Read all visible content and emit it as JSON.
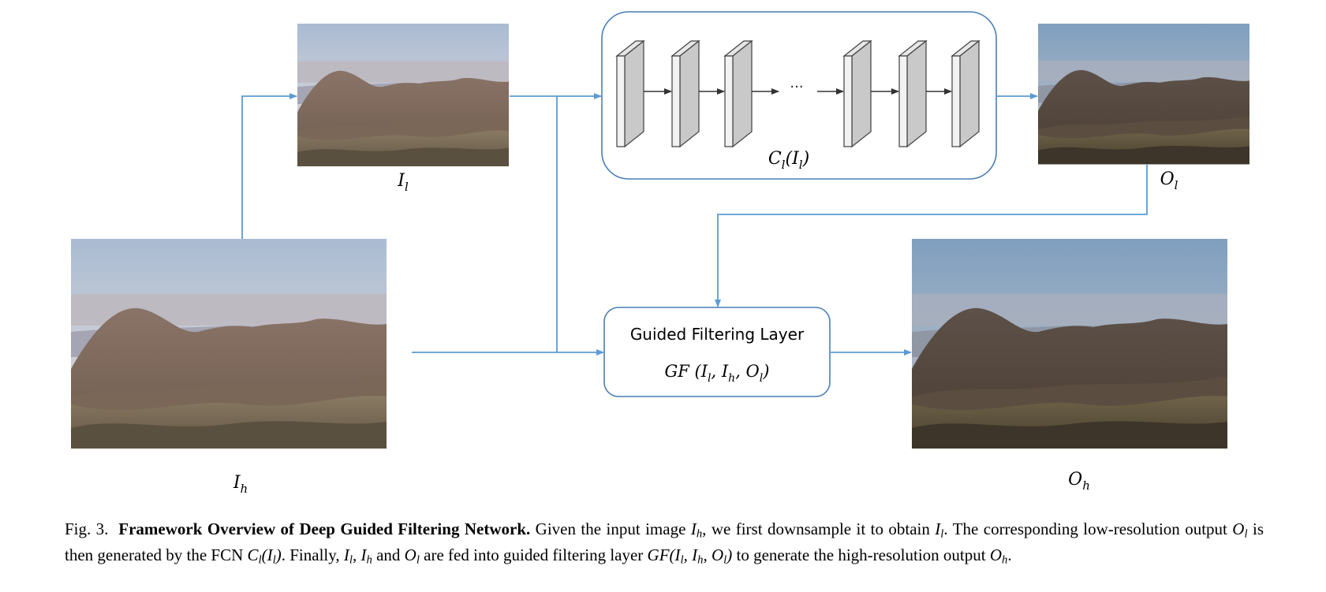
{
  "labels": {
    "ih": {
      "base": "I",
      "sub": "h"
    },
    "il": {
      "base": "I",
      "sub": "l"
    },
    "ol": {
      "base": "O",
      "sub": "l"
    },
    "oh": {
      "base": "O",
      "sub": "h"
    },
    "cl": "C",
    "cl_sub": "l",
    "cl_arg": "(I",
    "cl_arg_sub": "l",
    "cl_close": ")",
    "ellipsis": "···"
  },
  "gf_box": {
    "title": "Guided Filtering Layer",
    "formula_head": "GF (I",
    "s1": "l",
    "mid1": ", I",
    "s2": "h",
    "mid2": ", O",
    "s3": "l",
    "tail": ")"
  },
  "colors": {
    "arrow": "#5b9bd5",
    "box_border": "#4a7fb5",
    "layer_fill": "#c9c9c9",
    "layer_edge": "#404040"
  },
  "caption": {
    "fig": "Fig. 3.",
    "bold": "Framework Overview of Deep Guided Filtering Network.",
    "t1": " Given the input image ",
    "t2": ", we first downsample it to obtain ",
    "t3": ". The corresponding low-resolution output ",
    "t4": " is then generated by the FCN ",
    "t5": ". Finally, ",
    "t6": ", ",
    "t7": " and ",
    "t8": " are fed into guided filtering layer ",
    "t9": " to generate the high-resolution output ",
    "t10": ".",
    "I": "I",
    "O": "O",
    "C": "C",
    "GF": "GF",
    "h": "h",
    "l": "l"
  }
}
